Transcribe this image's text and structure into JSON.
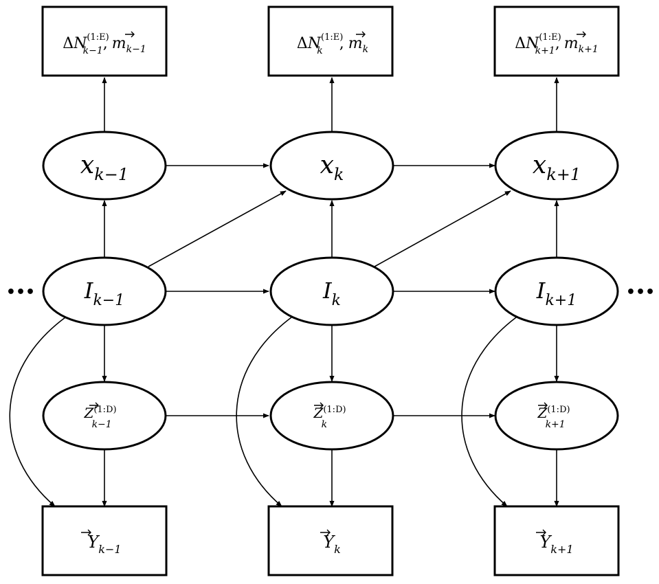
{
  "diagram": {
    "columns": [
      {
        "id": "km1",
        "observation": {
          "delta": "Δ",
          "N": "N",
          "sup": "(1:E)",
          "sub": "k−1",
          "sep": ",",
          "m": "m",
          "msub": "k−1"
        },
        "x": {
          "base": "x",
          "sub": "k−1"
        },
        "I": {
          "base": "I",
          "sub": "k−1"
        },
        "Z": {
          "base": "Z",
          "sup": "(1:D)",
          "sub": "k−1"
        },
        "Y": {
          "base": "Y",
          "sub": "k−1"
        }
      },
      {
        "id": "k",
        "observation": {
          "delta": "Δ",
          "N": "N",
          "sup": "(1:E)",
          "sub": "k",
          "sep": ",",
          "m": "m",
          "msub": "k"
        },
        "x": {
          "base": "x",
          "sub": "k"
        },
        "I": {
          "base": "I",
          "sub": "k"
        },
        "Z": {
          "base": "Z",
          "sup": "(1:D)",
          "sub": "k"
        },
        "Y": {
          "base": "Y",
          "sub": "k"
        }
      },
      {
        "id": "kp1",
        "observation": {
          "delta": "Δ",
          "N": "N",
          "sup": "(1:E)",
          "sub": "k+1",
          "sep": ",",
          "m": "m",
          "msub": "k+1"
        },
        "x": {
          "base": "x",
          "sub": "k+1"
        },
        "I": {
          "base": "I",
          "sub": "k+1"
        },
        "Z": {
          "base": "Z",
          "sup": "(1:D)",
          "sub": "k+1"
        },
        "Y": {
          "base": "Y",
          "sub": "k+1"
        }
      }
    ],
    "continuation": {
      "left": "•••",
      "right": "•••"
    }
  }
}
